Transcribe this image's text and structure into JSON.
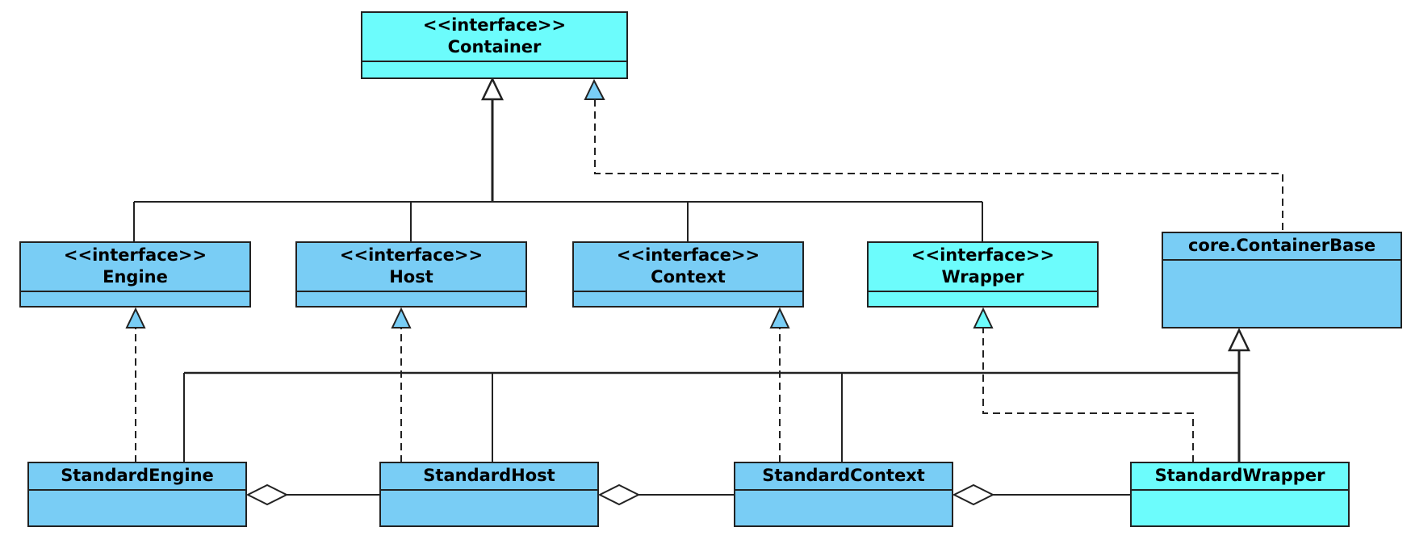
{
  "colors": {
    "cyan": "#6cfcfc",
    "blue": "#79cdf5",
    "line": "#222222"
  },
  "classes": {
    "container": {
      "stereotype": "<<interface>>",
      "name": "Container"
    },
    "engine": {
      "stereotype": "<<interface>>",
      "name": "Engine"
    },
    "host": {
      "stereotype": "<<interface>>",
      "name": "Host"
    },
    "context": {
      "stereotype": "<<interface>>",
      "name": "Context"
    },
    "wrapper": {
      "stereotype": "<<interface>>",
      "name": "Wrapper"
    },
    "container_base": {
      "name": "core.ContainerBase"
    },
    "standard_engine": {
      "name": "StandardEngine"
    },
    "standard_host": {
      "name": "StandardHost"
    },
    "standard_context": {
      "name": "StandardContext"
    },
    "standard_wrapper": {
      "name": "StandardWrapper"
    }
  }
}
